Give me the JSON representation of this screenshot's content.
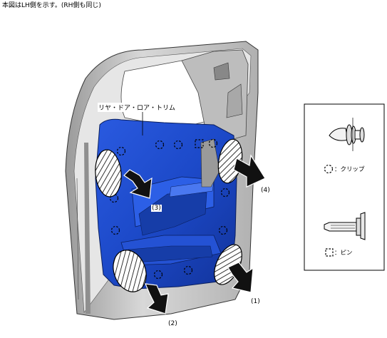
{
  "note": "本図はLH側を示す。(RH側も同じ)",
  "part_label": "リヤ・ドア・ロア・トリム",
  "callouts": {
    "c1": "(1)",
    "c2": "(2)",
    "c3": "(3)",
    "c4": "(4)"
  },
  "legend": {
    "clip_text": "：クリップ",
    "pin_text": "：ピン"
  },
  "colors": {
    "trim_blue": "#1c49c8",
    "door_gray": "#c8c8c8",
    "frame_border": "#000000"
  },
  "icons": [
    "clip-icon",
    "pin-icon",
    "clip-symbol-icon",
    "pin-symbol-icon",
    "removal-arrow-icon"
  ]
}
